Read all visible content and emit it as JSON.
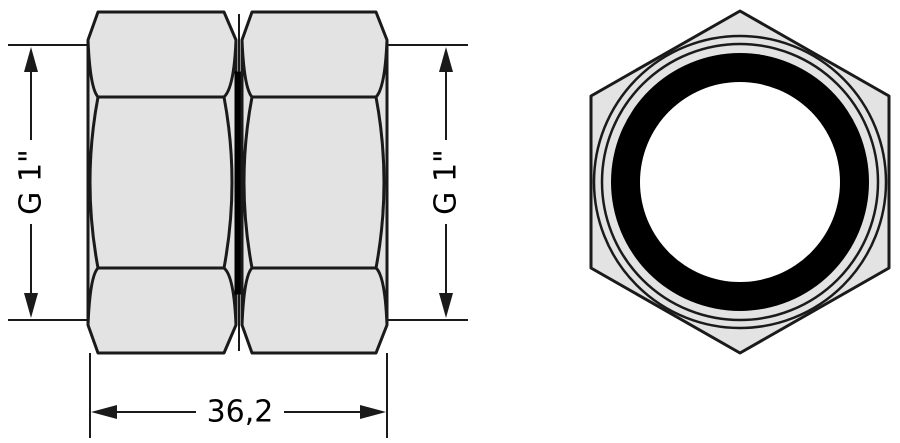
{
  "dimensions": {
    "left_thread": "G 1\"",
    "right_thread": "G 1\"",
    "width": "36,2"
  },
  "colors": {
    "body_fill": "#e3e3e3",
    "line": "#1a1a1a",
    "seal_ring": "#000000",
    "bore": "#ffffff"
  },
  "icons": {
    "dimension_arrow": "filled-arrowhead"
  }
}
